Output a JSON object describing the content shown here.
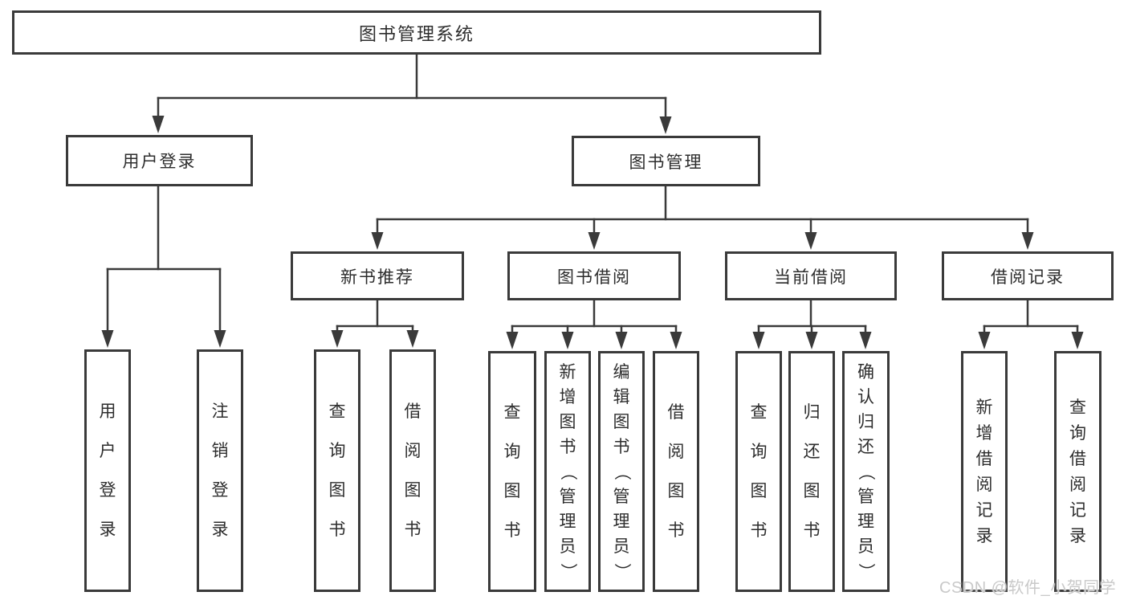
{
  "diagram_title": "图书管理系统",
  "watermark": "CSDN @软件_小贺同学",
  "colors": {
    "line": "#3a3a3a",
    "border": "#3a3a3a",
    "text": "#2d2d2d",
    "background": "#ffffff",
    "watermark": "#c9c9c9"
  },
  "nodes": [
    {
      "id": "library-system",
      "label": "图书管理系统",
      "level": 1,
      "parent": null
    },
    {
      "id": "user-login",
      "label": "用户登录",
      "level": 2,
      "parent": "library-system"
    },
    {
      "id": "book-management",
      "label": "图书管理",
      "level": 2,
      "parent": "library-system"
    },
    {
      "id": "new-book-recommend",
      "label": "新书推荐",
      "level": 3,
      "parent": "book-management"
    },
    {
      "id": "book-borrowing",
      "label": "图书借阅",
      "level": 3,
      "parent": "book-management"
    },
    {
      "id": "current-borrowing",
      "label": "当前借阅",
      "level": 3,
      "parent": "book-management"
    },
    {
      "id": "borrowing-records",
      "label": "借阅记录",
      "level": 3,
      "parent": "book-management"
    },
    {
      "id": "do-user-login",
      "label": "用户登录",
      "level": 4,
      "parent": "user-login"
    },
    {
      "id": "do-logout",
      "label": "注销登录",
      "level": 4,
      "parent": "user-login"
    },
    {
      "id": "recommend-query-books",
      "label": "查询图书",
      "level": 4,
      "parent": "new-book-recommend"
    },
    {
      "id": "recommend-borrow-books",
      "label": "借阅图书",
      "level": 4,
      "parent": "new-book-recommend"
    },
    {
      "id": "borrow-query-books",
      "label": "查询图书",
      "level": 4,
      "parent": "book-borrowing"
    },
    {
      "id": "borrow-add-books-admin",
      "label": "新增图书（管理员）",
      "level": 4,
      "parent": "book-borrowing"
    },
    {
      "id": "borrow-edit-books-admin",
      "label": "编辑图书（管理员）",
      "level": 4,
      "parent": "book-borrowing"
    },
    {
      "id": "borrow-borrow-books",
      "label": "借阅图书",
      "level": 4,
      "parent": "book-borrowing"
    },
    {
      "id": "current-query-books",
      "label": "查询图书",
      "level": 4,
      "parent": "current-borrowing"
    },
    {
      "id": "current-return-books",
      "label": "归还图书",
      "level": 4,
      "parent": "current-borrowing"
    },
    {
      "id": "current-confirm-return-admin",
      "label": "确认归还（管理员）",
      "level": 4,
      "parent": "current-borrowing"
    },
    {
      "id": "records-add-record",
      "label": "新增借阅记录",
      "level": 4,
      "parent": "borrowing-records"
    },
    {
      "id": "records-query-record",
      "label": "查询借阅记录",
      "level": 4,
      "parent": "borrowing-records"
    }
  ]
}
